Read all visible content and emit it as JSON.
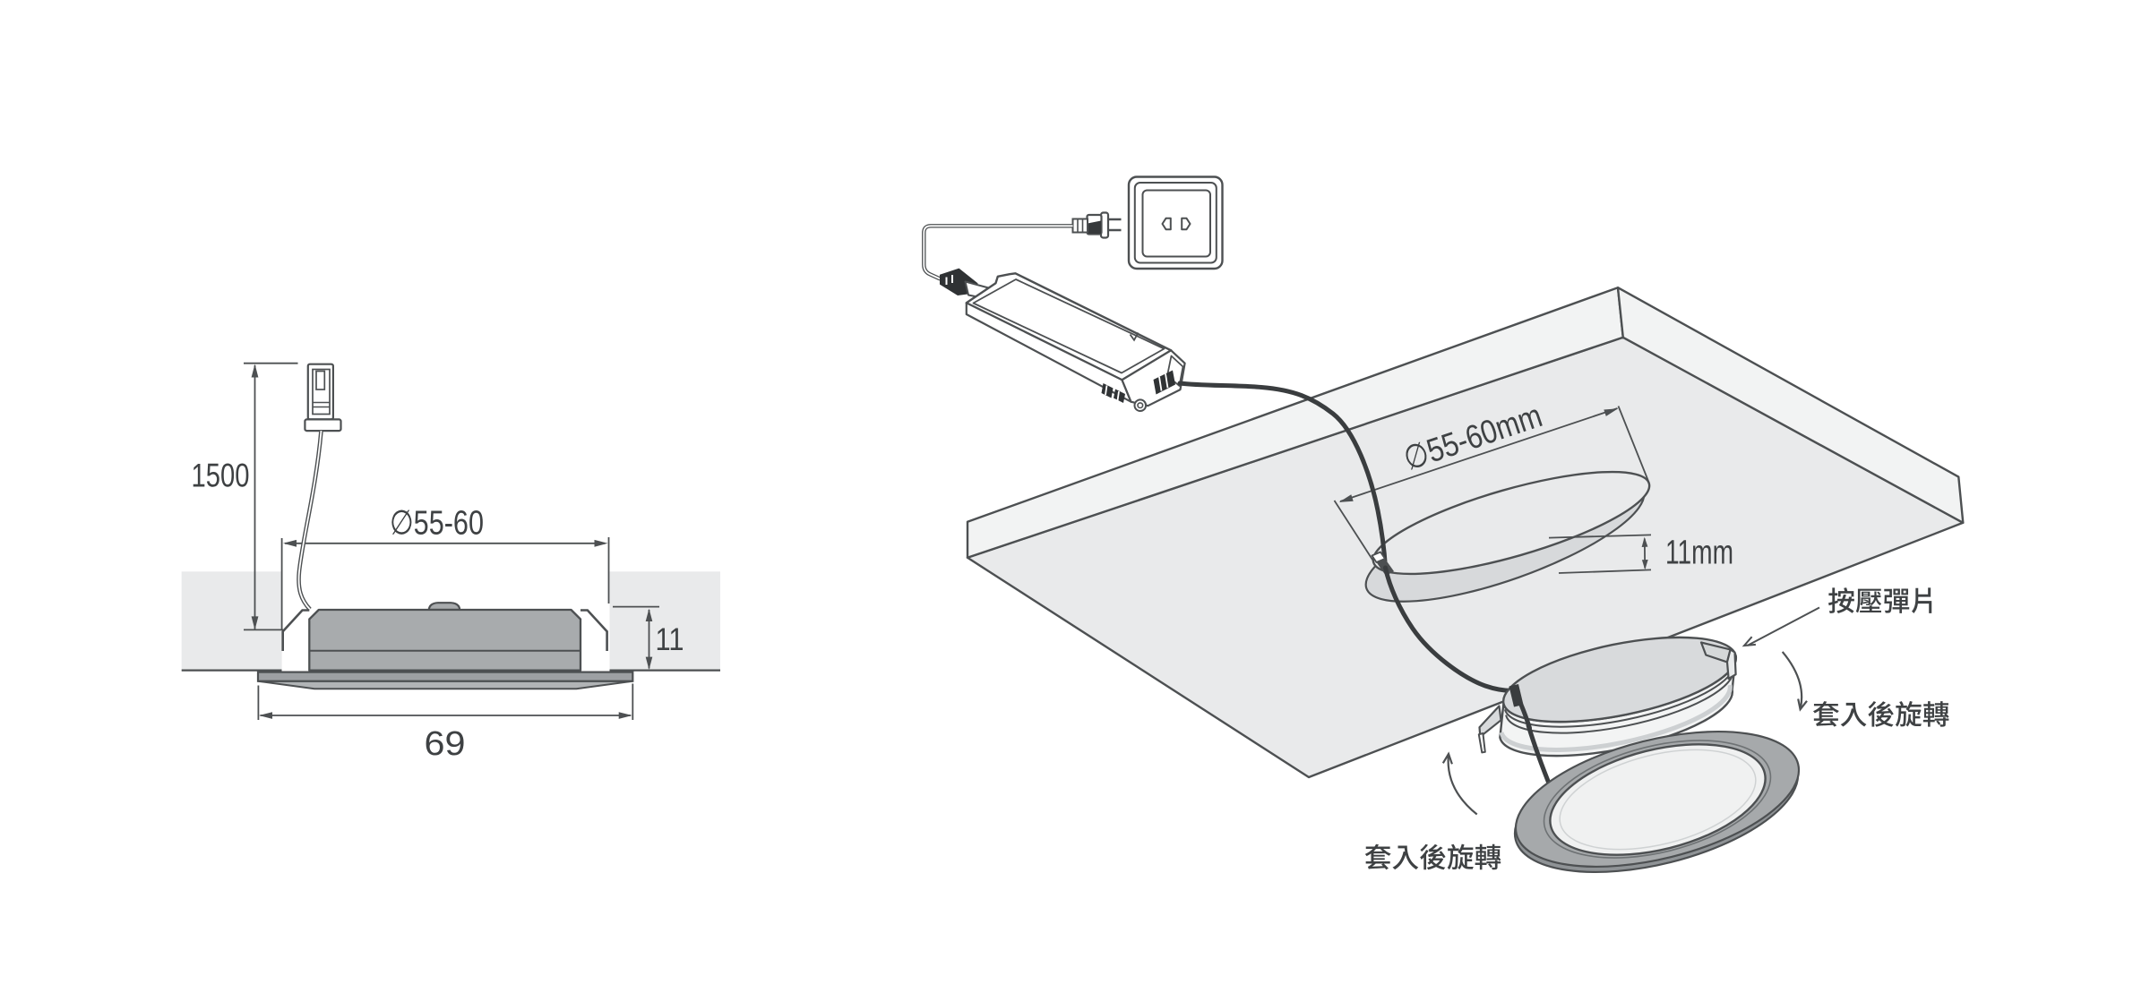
{
  "colors": {
    "background": "#ffffff",
    "line": "#4d5052",
    "text": "#3e4143",
    "panel_fill": "#e9eaeb",
    "panel_side_fill": "#f2f3f3",
    "hole_wall_fill": "#d7d9db",
    "fixture_body_fill": "#a8abad",
    "trim_flange_fill": "#9da0a3",
    "housing_top_fill": "#d8dadc",
    "ring_fill": "#a6a9ab",
    "glass_fill": "#f0f1f1",
    "cable": "#3a3d3f"
  },
  "left_view": {
    "cable_length_dim": "1500",
    "cutout_diameter_dim": "∅55-60",
    "recess_depth_dim": "11",
    "trim_diameter_dim": "69"
  },
  "right_view": {
    "cutout_diameter_dim": "∅55-60mm",
    "panel_thickness_dim": "11mm",
    "press_clip_label": "按壓彈片",
    "rotate_after_insert_label_right": "套入後旋轉",
    "rotate_after_insert_label_bottom": "套入後旋轉"
  }
}
